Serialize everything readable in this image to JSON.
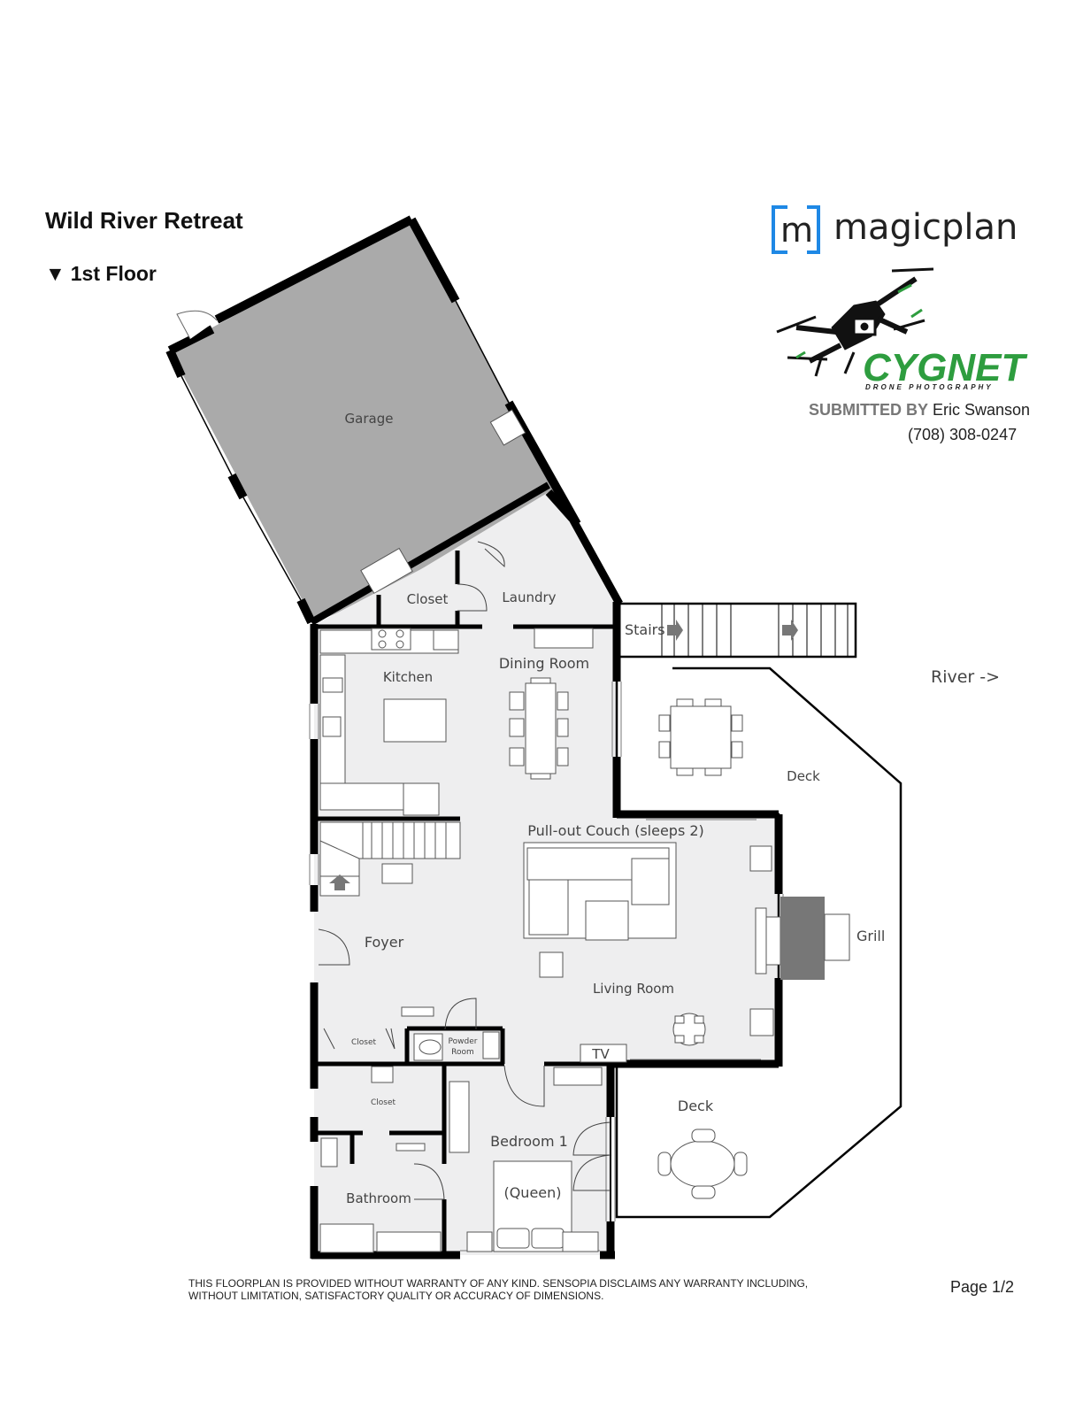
{
  "header": {
    "title": "Wild River Retreat",
    "floor_label": "1st Floor",
    "floor_marker": "▼"
  },
  "branding": {
    "logo_word": "magicplan",
    "logo_letter": "m",
    "logo_color": "#1e88e5",
    "drone_brand": "CYGNET",
    "drone_tagline": "DRONE PHOTOGRAPHY",
    "drone_brand_color": "#2e9d3f"
  },
  "submission": {
    "label": "SUBMITTED BY",
    "name": "Eric Swanson",
    "phone": "(708) 308-0247"
  },
  "rooms": {
    "garage": "Garage",
    "closet_upper": "Closet",
    "laundry": "Laundry",
    "stairs": "Stairs",
    "kitchen": "Kitchen",
    "dining_room": "Dining Room",
    "deck_upper": "Deck",
    "pull_out_couch": "Pull-out Couch (sleeps 2)",
    "grill": "Grill",
    "foyer": "Foyer",
    "living_room": "Living Room",
    "closet_foyer": "Closet",
    "powder_room_line1": "Powder",
    "powder_room_line2": "Room",
    "tv": "TV",
    "closet_lower": "Closet",
    "deck_lower": "Deck",
    "bedroom1": "Bedroom 1",
    "queen": "(Queen)",
    "bathroom": "Bathroom",
    "river": "River ->"
  },
  "colors": {
    "wall": "#000000",
    "floor": "#eeeeef",
    "garage": "#aaaaaa",
    "grill": "#777777"
  },
  "footer": {
    "disclaimer": "THIS FLOORPLAN IS PROVIDED WITHOUT WARRANTY OF ANY KIND. SENSOPIA DISCLAIMS ANY WARRANTY INCLUDING, WITHOUT LIMITATION, SATISFACTORY QUALITY OR ACCURACY OF DIMENSIONS.",
    "page": "Page 1/2"
  }
}
